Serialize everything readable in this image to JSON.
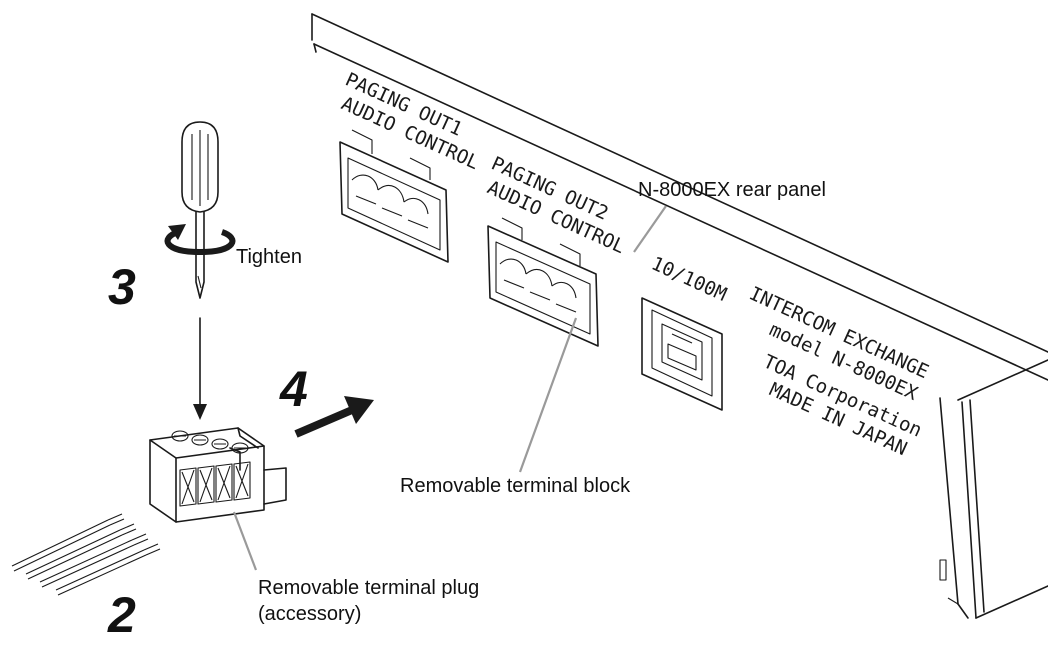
{
  "diagram": {
    "panel_labels": {
      "paging_out1": "PAGING  OUT1",
      "audio_control1": "AUDIO   CONTROL",
      "paging_out2": "PAGING  OUT2",
      "audio_control2": "AUDIO   CONTROL",
      "network_port": "10/100M",
      "brand_line1": "INTERCOM EXCHANGE",
      "brand_line2": "model N-8000EX",
      "brand_line3": "TOA Corporation",
      "brand_line4": "MADE IN JAPAN"
    },
    "callouts": {
      "rear_panel": "N-8000EX rear panel",
      "terminal_block": "Removable terminal block",
      "terminal_plug_line1": "Removable terminal plug",
      "terminal_plug_line2": "(accessory)",
      "tighten": "Tighten"
    },
    "steps": {
      "step_wires": "2",
      "step_screwdriver": "3",
      "step_insert": "4"
    }
  }
}
